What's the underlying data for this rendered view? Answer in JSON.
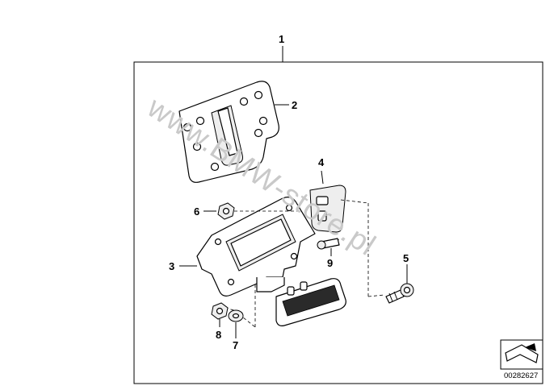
{
  "diagram": {
    "callouts": [
      {
        "id": "1",
        "label": "1"
      },
      {
        "id": "2",
        "label": "2"
      },
      {
        "id": "3",
        "label": "3"
      },
      {
        "id": "4",
        "label": "4"
      },
      {
        "id": "5",
        "label": "5"
      },
      {
        "id": "6",
        "label": "6"
      },
      {
        "id": "7",
        "label": "7"
      },
      {
        "id": "8",
        "label": "8"
      },
      {
        "id": "9",
        "label": "9"
      }
    ],
    "watermark": "www.BMW-store.pl",
    "document_number": "00282627"
  }
}
